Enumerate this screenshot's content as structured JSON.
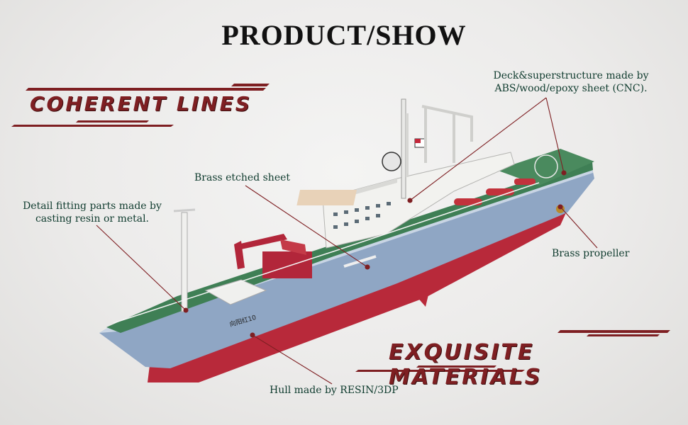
{
  "page_title": "PRODUCT/SHOW",
  "banners": {
    "left": "COHERENT LINES",
    "right": "EXQUISITE MATERIALS"
  },
  "ship_hull_text": "向阳红10",
  "annotations": {
    "deck": {
      "line1": "Deck&superstructure made by",
      "line2": "ABS/wood/epoxy sheet (CNC)."
    },
    "brass_sheet": "Brass etched sheet",
    "fittings": {
      "line1": "Detail fitting parts made by",
      "line2": "casting resin or metal."
    },
    "propeller": "Brass propeller",
    "hull": "Hull made by RESIN/3DP"
  },
  "colors": {
    "accent_red": "#7e1f22",
    "text_green": "#0f3b2e",
    "hull_blue": "#8fa6c4",
    "hull_red": "#b8293a",
    "deck_green": "#3f7f55"
  }
}
